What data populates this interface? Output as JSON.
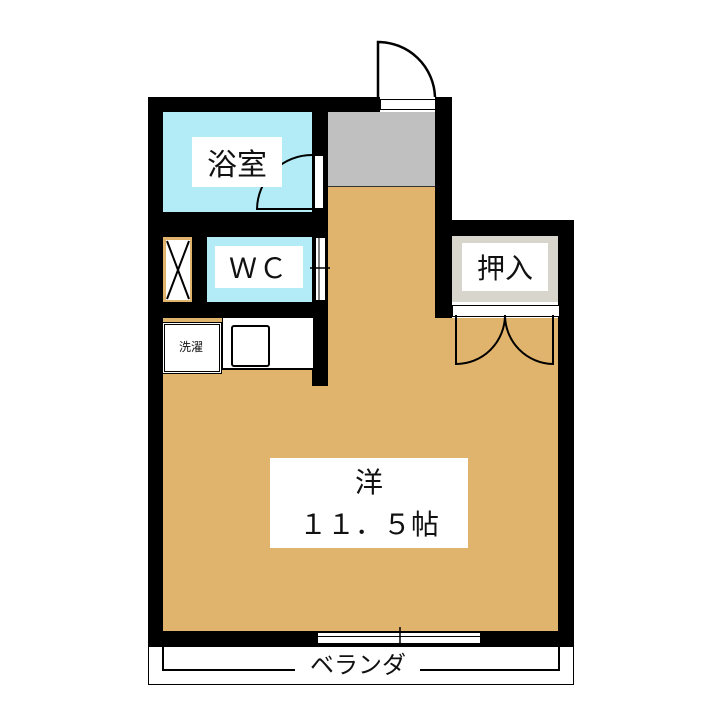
{
  "floorplan": {
    "colors": {
      "wall": "#000000",
      "western_room": "#E0B46C",
      "entrance": "#C0C0C0",
      "wet_area": "#B3ECF6",
      "closet": "#D8D6CC",
      "background": "#FFFFFF"
    },
    "rooms": {
      "bathroom": {
        "label": "浴室"
      },
      "toilet": {
        "label": "ＷＣ"
      },
      "laundry": {
        "label": "洗濯"
      },
      "closet": {
        "label": "押入"
      },
      "western_room": {
        "label": "洋",
        "size": "１１．５帖"
      },
      "balcony": {
        "label": "ベランダ"
      }
    }
  }
}
